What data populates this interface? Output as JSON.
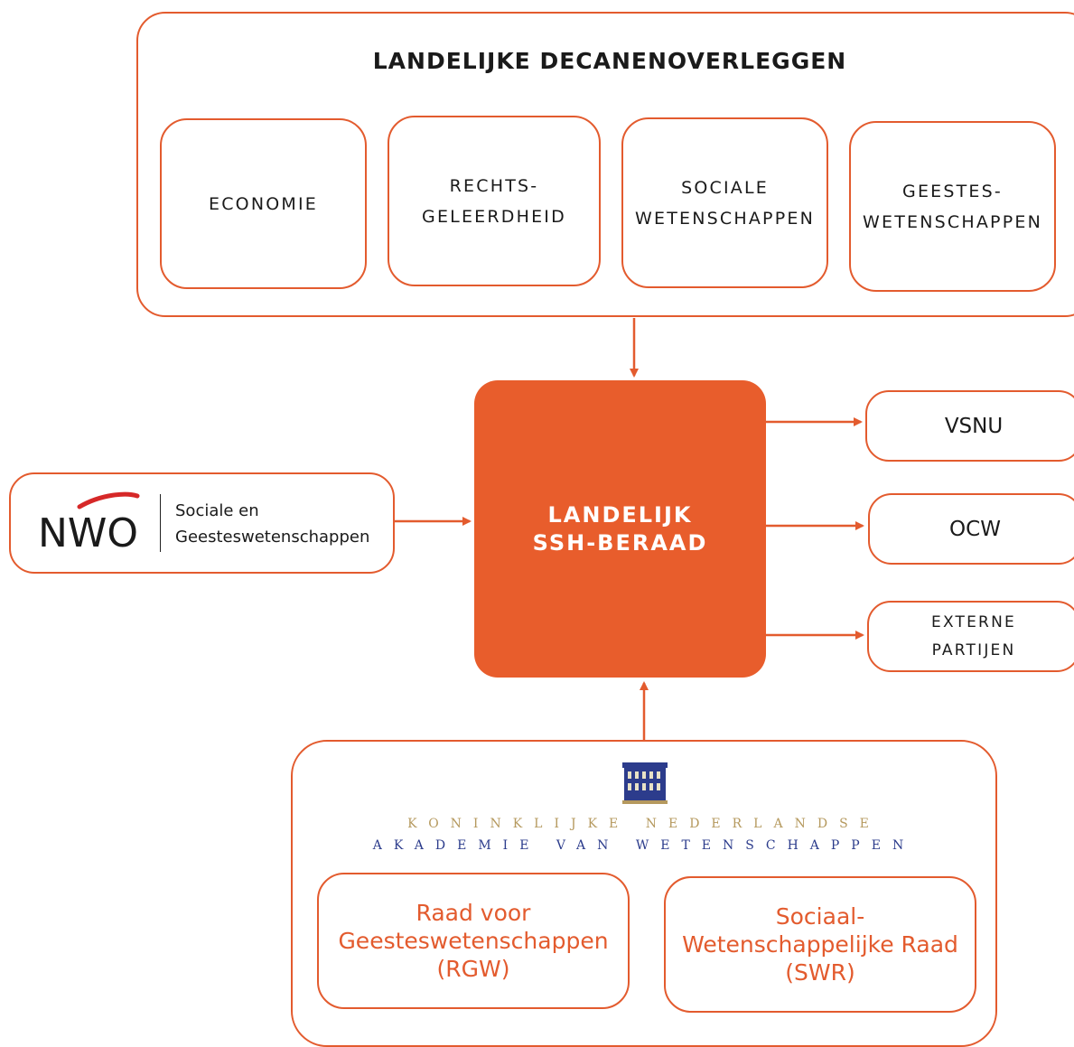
{
  "top": {
    "title": "LANDELIJKE DECANENOVERLEGGEN",
    "boxes": [
      "ECONOMIE",
      "RECHTS-\nGELEERDHEID",
      "SOCIALE\nWETENSCHAPPEN",
      "GEESTES-\nWETENSCHAPPEN"
    ]
  },
  "center": {
    "label": "LANDELIJK\nSSH-BERAAD"
  },
  "nwo": {
    "logo": "NWO",
    "line1": "Sociale en",
    "line2": "Geesteswetenschappen"
  },
  "right": [
    "VSNU",
    "OCW",
    "EXTERNE\nPARTIJEN"
  ],
  "knaw": {
    "line1": "KONINKLIJKE NEDERLANDSE",
    "line2": "AKADEMIE VAN WETENSCHAPPEN",
    "councils": [
      "Raad voor\nGeesteswetenschappen\n(RGW)",
      "Sociaal-\nWetenschappelijke Raad\n(SWR)"
    ]
  },
  "colors": {
    "accent": "#E85D2C",
    "knaw_gold": "#B5995E",
    "knaw_blue": "#2C3C8C"
  }
}
